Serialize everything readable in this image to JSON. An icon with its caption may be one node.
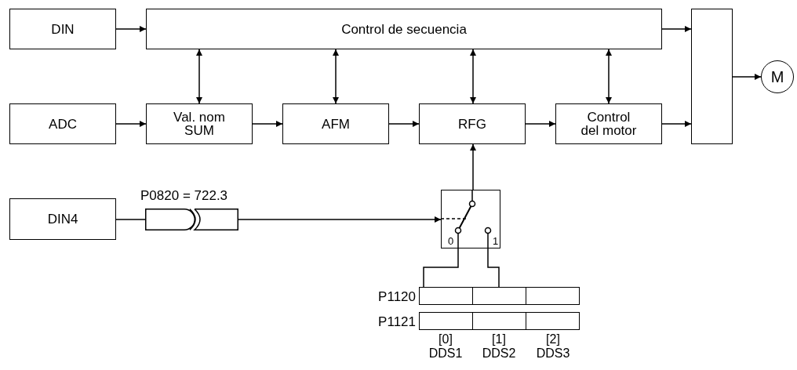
{
  "diagram": {
    "nodes": [
      {
        "text": [
          "DIN"
        ]
      },
      {
        "text": [
          "Control de secuencia"
        ]
      },
      {
        "text": [],
        "shape": "box"
      },
      {
        "text": [
          "M"
        ]
      },
      {
        "text": [
          "ADC"
        ]
      },
      {
        "text": [
          "Val. nom SUM"
        ]
      },
      {
        "text": [
          "AFM"
        ]
      },
      {
        "text": [
          "RFG"
        ]
      },
      {
        "text": [
          "Control del motor"
        ]
      },
      {
        "text": [
          "DIN4"
        ]
      },
      {
        "text": [],
        "shape": "picture",
        "beside": [
          "P0820 = 722.3"
        ]
      },
      {
        "text": [
          "0",
          "1"
        ]
      },
      {
        "text": [],
        "shape": "bar",
        "beside": [
          "P1120"
        ]
      },
      {
        "text": [],
        "shape": "bar",
        "beside": [
          "P1121"
        ]
      }
    ],
    "edges": [
      {
        "from": 0,
        "to": 1,
        "arrow": "to"
      },
      {
        "from": 1,
        "to": 2,
        "arrow": "to"
      },
      {
        "from": 1,
        "to": 5,
        "arrow": "both"
      },
      {
        "from": 1,
        "to": 6,
        "arrow": "both"
      },
      {
        "from": 1,
        "to": 7,
        "arrow": "both"
      },
      {
        "from": 1,
        "to": 8,
        "arrow": "both"
      },
      {
        "from": 4,
        "to": 5,
        "arrow": "to"
      },
      {
        "from": 5,
        "to": 6,
        "arrow": "to"
      },
      {
        "from": 6,
        "to": 7,
        "arrow": "to"
      },
      {
        "from": 7,
        "to": 8,
        "arrow": "to"
      },
      {
        "from": 8,
        "to": 2,
        "arrow": "to"
      },
      {
        "from": 2,
        "to": 3,
        "arrow": "to"
      },
      {
        "from": 9,
        "to": 10,
        "arrow": "none"
      },
      {
        "from": 10,
        "to": 11,
        "arrow": "to"
      },
      {
        "from": 11,
        "to": 7,
        "arrow": "to"
      },
      {
        "from": 11,
        "to": 12,
        "arrow": "none"
      },
      {
        "from": 11,
        "to": 12,
        "arrow": "none"
      }
    ],
    "labels": [
      "[0] DDS1",
      "[1] DDS2",
      "[2] DDS3"
    ]
  }
}
